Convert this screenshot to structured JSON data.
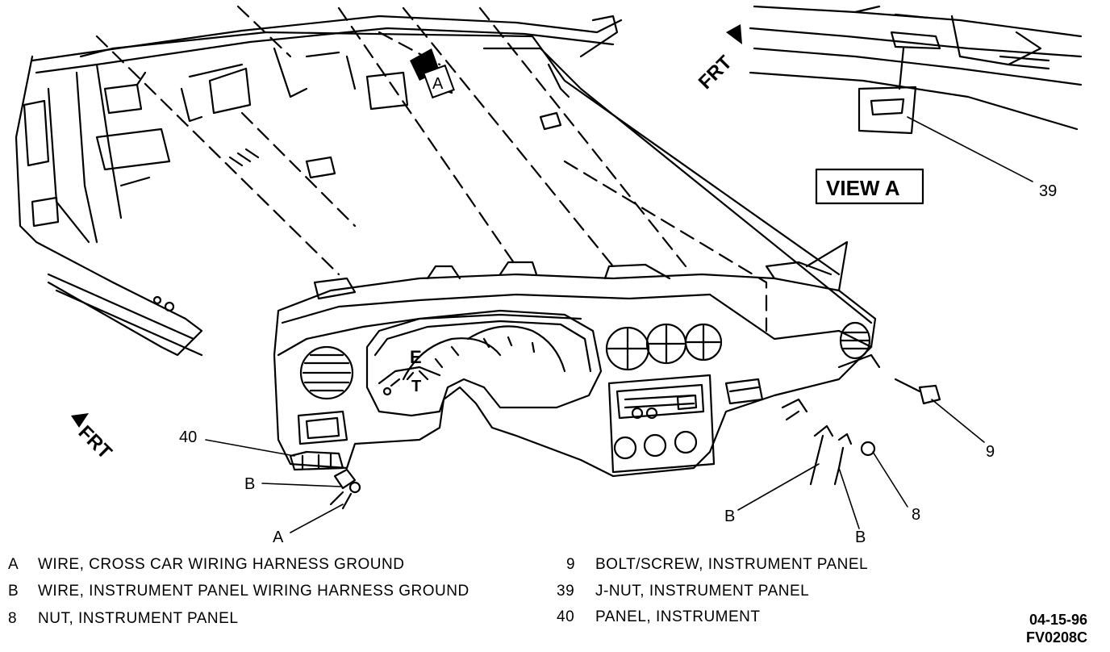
{
  "view_label": "VIEW A",
  "front_label_top": "FRT",
  "front_label_bottom": "FRT",
  "callouts": {
    "a_view": "A",
    "c39": "39",
    "c9": "9",
    "c40": "40",
    "b_left": "B",
    "a_left": "A",
    "b_right_1": "B",
    "b_right_2": "B",
    "c8": "8"
  },
  "gauge_glyphs": {
    "e": "E",
    "t": "T"
  },
  "legend_left": [
    {
      "key": "A",
      "text": "WIRE, CROSS CAR WIRING HARNESS GROUND"
    },
    {
      "key": "B",
      "text": "WIRE, INSTRUMENT PANEL WIRING HARNESS GROUND"
    },
    {
      "key": "8",
      "text": "NUT, INSTRUMENT PANEL"
    }
  ],
  "legend_right": [
    {
      "key": "9",
      "text": "BOLT/SCREW, INSTRUMENT PANEL"
    },
    {
      "key": "39",
      "text": "J-NUT, INSTRUMENT PANEL"
    },
    {
      "key": "40",
      "text": "PANEL, INSTRUMENT"
    }
  ],
  "stamp": {
    "date": "04-15-96",
    "code": "FV0208C"
  }
}
